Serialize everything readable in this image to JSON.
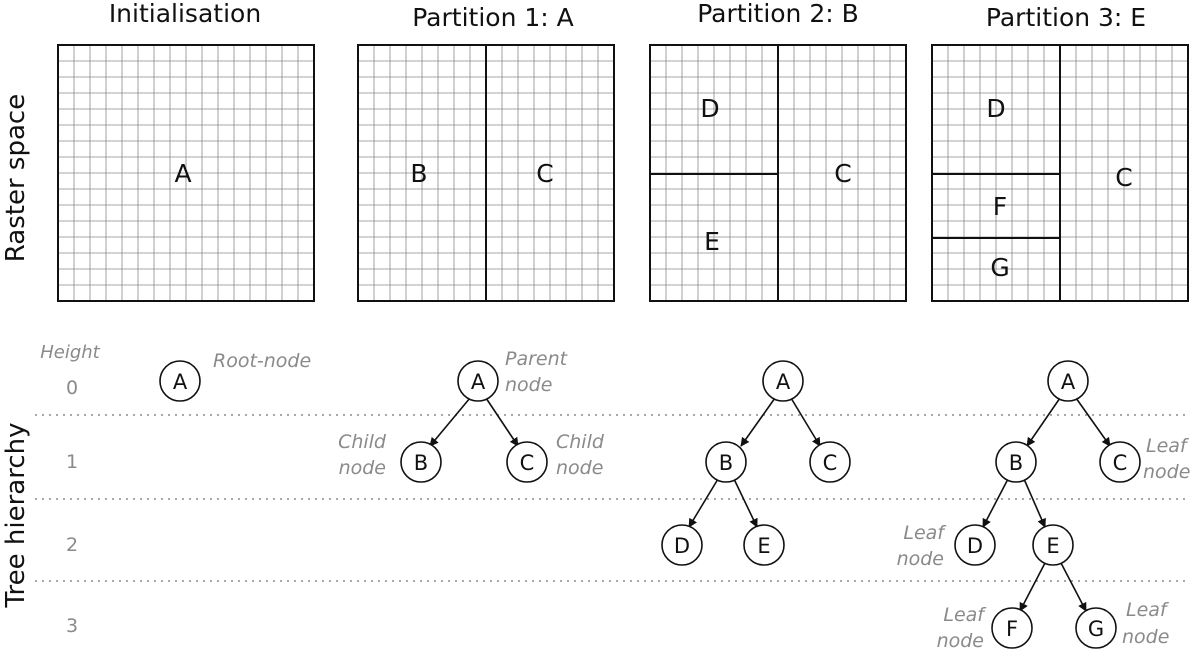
{
  "side_labels": {
    "raster": "Raster space",
    "tree": "Tree hierarchy"
  },
  "height_header": "Height",
  "levels": [
    "0",
    "1",
    "2",
    "3"
  ],
  "panels": [
    {
      "title": "Initialisation",
      "regions": [
        "A"
      ]
    },
    {
      "title": "Partition 1: A",
      "regions": [
        "B",
        "C"
      ]
    },
    {
      "title": "Partition 2: B",
      "regions": [
        "D",
        "C",
        "E"
      ]
    },
    {
      "title": "Partition 3: E",
      "regions": [
        "D",
        "C",
        "F",
        "G"
      ]
    }
  ],
  "trees": [
    {
      "nodes": [
        "A"
      ]
    },
    {
      "nodes": [
        "A",
        "B",
        "C"
      ]
    },
    {
      "nodes": [
        "A",
        "B",
        "C",
        "D",
        "E"
      ]
    },
    {
      "nodes": [
        "A",
        "B",
        "C",
        "D",
        "E",
        "F",
        "G"
      ]
    }
  ],
  "notes": {
    "root": "Root-node",
    "parent_1": "Parent",
    "parent_2": "node",
    "child_1": "Child",
    "child_2": "node",
    "leaf_1": "Leaf",
    "leaf_2": "node"
  }
}
